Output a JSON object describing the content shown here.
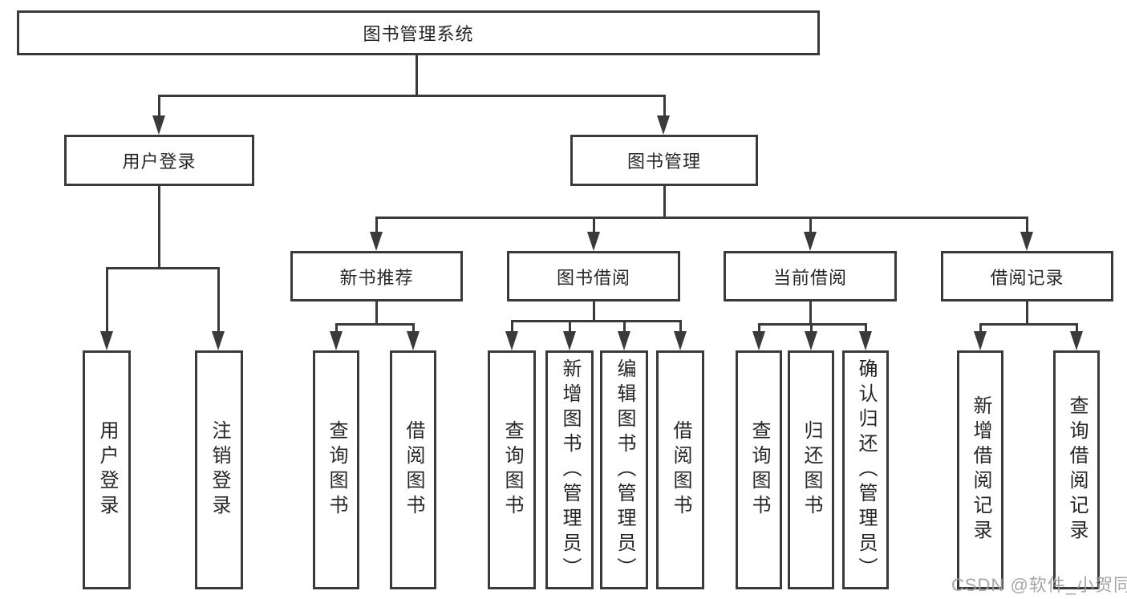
{
  "diagram": {
    "title": "图书管理系统",
    "level2": [
      "用户登录",
      "图书管理"
    ],
    "level3": [
      "新书推荐",
      "图书借阅",
      "当前借阅",
      "借阅记录"
    ],
    "leaves_login": [
      "用户登录",
      "注销登录"
    ],
    "leaves_newbook": [
      "查询图书",
      "借阅图书"
    ],
    "leaves_borrow": [
      "查询图书",
      "新增图书（管理员）",
      "编辑图书（管理员）",
      "借阅图书"
    ],
    "leaves_current": [
      "查询图书",
      "归还图书",
      "确认归还（管理员）"
    ],
    "leaves_records": [
      "新增借阅记录",
      "查询借阅记录"
    ],
    "watermark": "CSDN @软件_小贺同学",
    "colors": {
      "line": "#3a3a3a",
      "text": "#262626",
      "watermark": "#9e9e9e",
      "background": "#ffffff"
    }
  }
}
